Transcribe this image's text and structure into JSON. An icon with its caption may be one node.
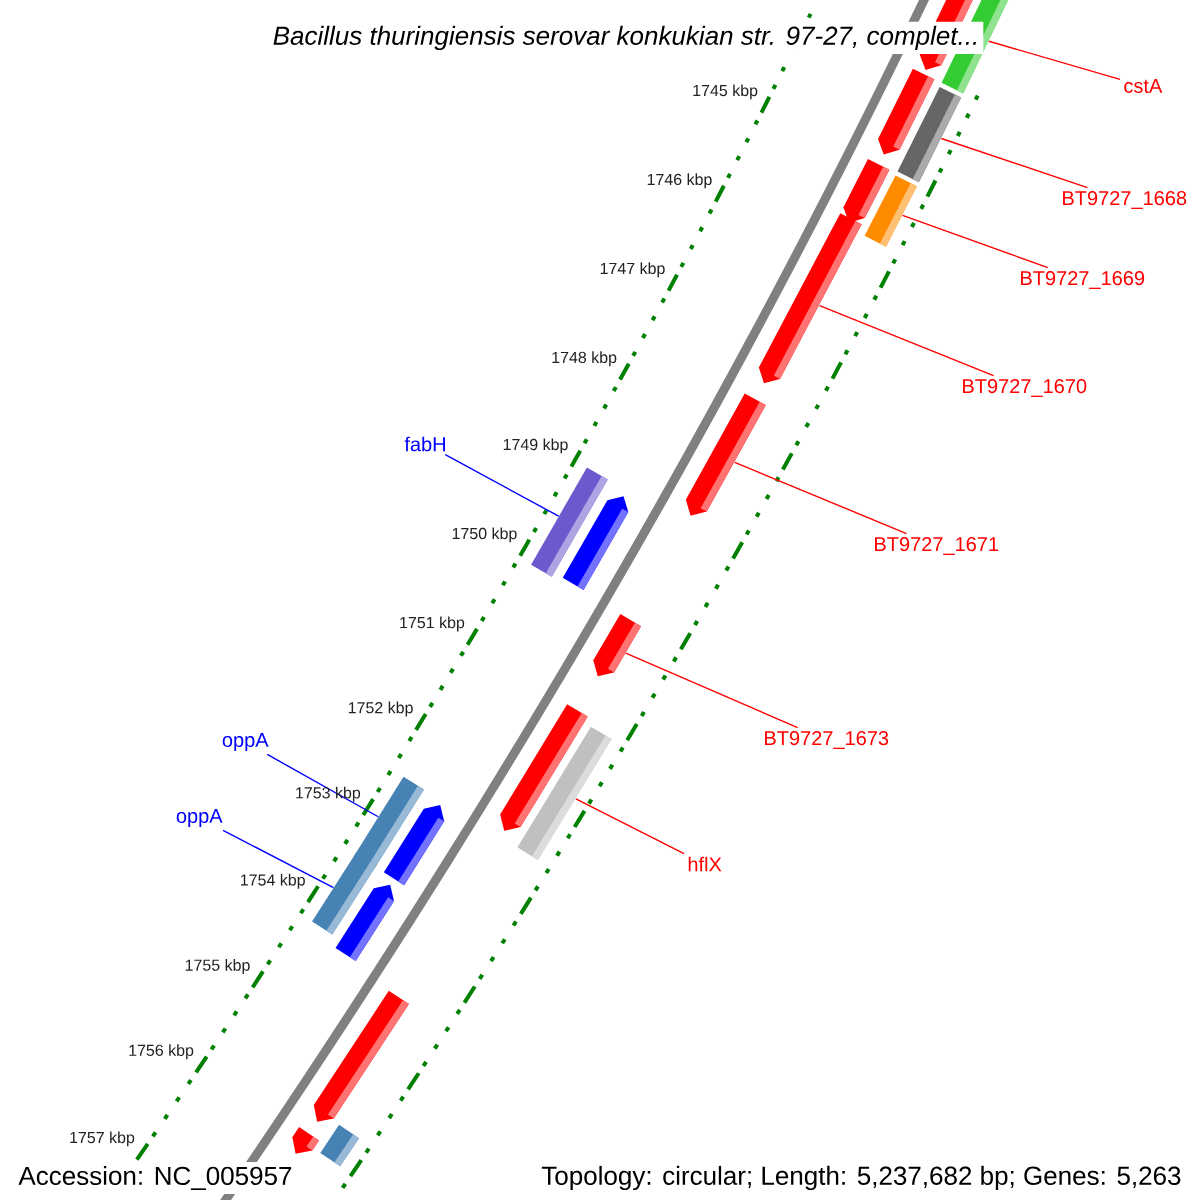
{
  "diagram": {
    "title": "Bacillus thuringiensis serovar konkukian str. 97-27, complet...",
    "nodes": [
      {
        "text": [
          "cstA"
        ]
      },
      {
        "text": [
          "BT9727_1668"
        ]
      },
      {
        "text": [
          "BT9727_1669"
        ]
      },
      {
        "text": [
          "BT9727_1670"
        ]
      },
      {
        "text": [
          "fabH"
        ]
      },
      {
        "text": [
          "BT9727_1671"
        ]
      },
      {
        "text": [
          "BT9727_1673"
        ]
      },
      {
        "text": [
          "oppA"
        ]
      },
      {
        "text": [
          "oppA"
        ]
      },
      {
        "text": [
          "hflX"
        ]
      },
      {
        "text": [],
        "shape": "bar"
      },
      {
        "text": [],
        "shape": "bar"
      },
      {
        "text": [],
        "shape": "bar"
      },
      {
        "text": [],
        "shape": "bar"
      },
      {
        "text": [],
        "shape": "bar"
      },
      {
        "text": [],
        "shape": "bar"
      },
      {
        "text": [],
        "shape": "bar"
      },
      {
        "text": [],
        "shape": "bar"
      },
      {
        "text": [],
        "shape": "bar"
      },
      {
        "text": [],
        "shape": "bar"
      },
      {
        "text": [],
        "shape": "bar"
      },
      {
        "text": [],
        "shape": "bar"
      },
      {
        "text": [],
        "shape": "bar"
      },
      {
        "text": [],
        "shape": "bar"
      },
      {
        "text": [],
        "shape": "bar"
      },
      {
        "text": [],
        "shape": "bar"
      },
      {
        "text": [],
        "shape": "bar"
      },
      {
        "text": [],
        "shape": "bar"
      },
      {
        "text": [],
        "shape": "bar"
      },
      {
        "text": [],
        "shape": "bar"
      }
    ],
    "edges": [
      {
        "from": 0,
        "to": 11,
        "arrow": "none"
      },
      {
        "from": 1,
        "to": 13,
        "arrow": "none"
      },
      {
        "from": 2,
        "to": 15,
        "arrow": "none"
      },
      {
        "from": 3,
        "to": 16,
        "arrow": "none"
      },
      {
        "from": 4,
        "to": 18,
        "arrow": "none",
        "color": "#0000ff"
      },
      {
        "from": 5,
        "to": 17,
        "arrow": "none"
      },
      {
        "from": 6,
        "to": 20,
        "arrow": "none"
      },
      {
        "from": 7,
        "to": 23,
        "arrow": "none",
        "color": "#0000ff"
      },
      {
        "from": 8,
        "to": 25,
        "arrow": "none",
        "color": "#0000ff"
      },
      {
        "from": 9,
        "to": 22,
        "arrow": "none"
      }
    ],
    "labels": [
      "1745 kbp",
      "1746 kbp",
      "1747 kbp",
      "1748 kbp",
      "1749 kbp",
      "1750 kbp",
      "1751 kbp",
      "1752 kbp",
      "1753 kbp",
      "1754 kbp",
      "1755 kbp",
      "1756 kbp",
      "1757 kbp",
      "Accession: NC_005957",
      "Topology: circular; Length: 5,237,682 bp; Genes: 5,263"
    ]
  }
}
